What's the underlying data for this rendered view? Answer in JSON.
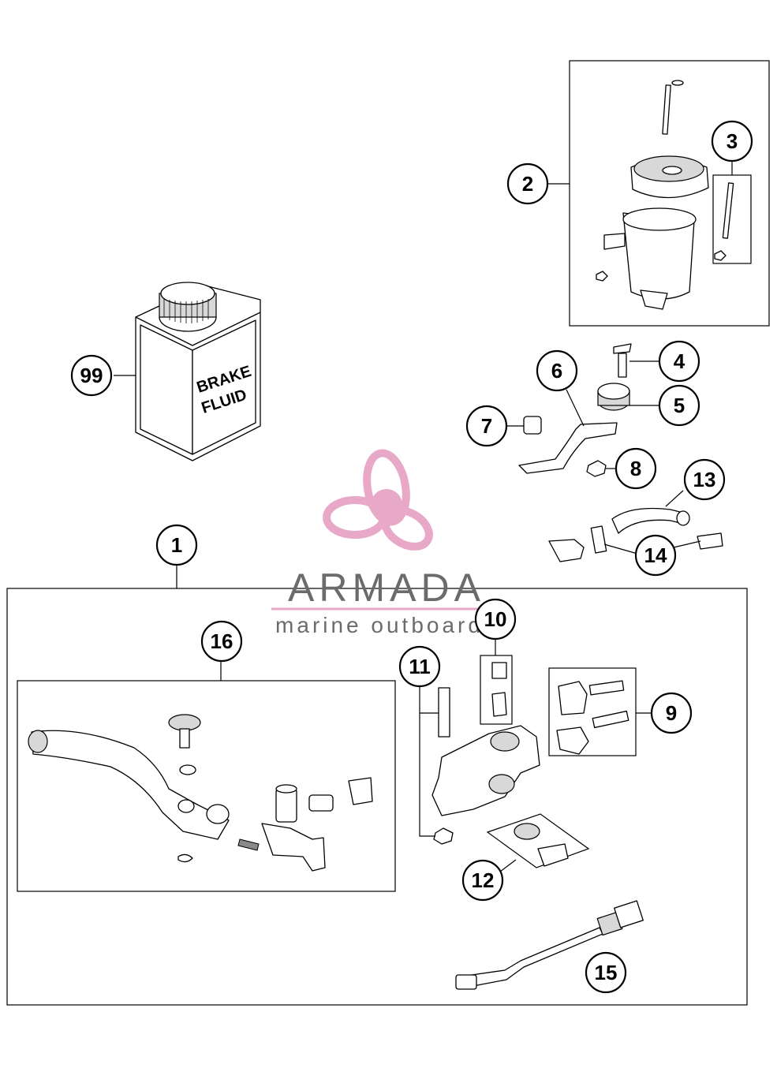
{
  "callouts": [
    "1",
    "2",
    "3",
    "4",
    "5",
    "6",
    "7",
    "8",
    "9",
    "10",
    "11",
    "12",
    "13",
    "14",
    "15",
    "16",
    "99"
  ],
  "bottle": {
    "label_line1": "BRAKE",
    "label_line2": "FLUID"
  },
  "watermark": {
    "brand": "ARMADA",
    "tagline": "marine outboards",
    "brand_color": "#6b6b6b",
    "accent_color": "#e8a8c8"
  }
}
